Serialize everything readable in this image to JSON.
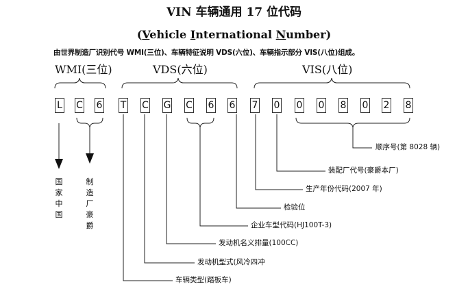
{
  "title": "VIN  车辆通用 17 位代码",
  "subtitle": {
    "open": "(",
    "V": "V",
    "ehicle": "ehicle ",
    "I": "I",
    "nternational": "nternational ",
    "N": "N",
    "umber": "umber",
    "close": ")"
  },
  "description": "由世界制造厂识别代号 WMI(三位)、车辆特征说明 VDS(六位)、车辆指示部分 VIS(八位)组成。",
  "groups": {
    "wmi": "WMI(三位)",
    "vds": "VDS(六位)",
    "vis": "VIS(八位)"
  },
  "vin_chars": [
    "L",
    "C",
    "6",
    "T",
    "C",
    "G",
    "C",
    "6",
    "6",
    "7",
    "0",
    "0",
    "0",
    "8",
    "0",
    "2",
    "8"
  ],
  "left_labels": {
    "country": "国家中国",
    "maker": "制造厂豪爵"
  },
  "labels": {
    "sequence": "顺序号(第 8028 辆)",
    "plant": "装配厂代号(豪爵本厂)",
    "year": "生产年份代码(2007 年)",
    "check": "检验位",
    "model": "企业车型代码(HJ100T-3)",
    "displacement": "发动机名义排量(100CC)",
    "engine": "发动机型式(风冷四冲",
    "vehicle_type": "车辆类型(踏板车)"
  }
}
